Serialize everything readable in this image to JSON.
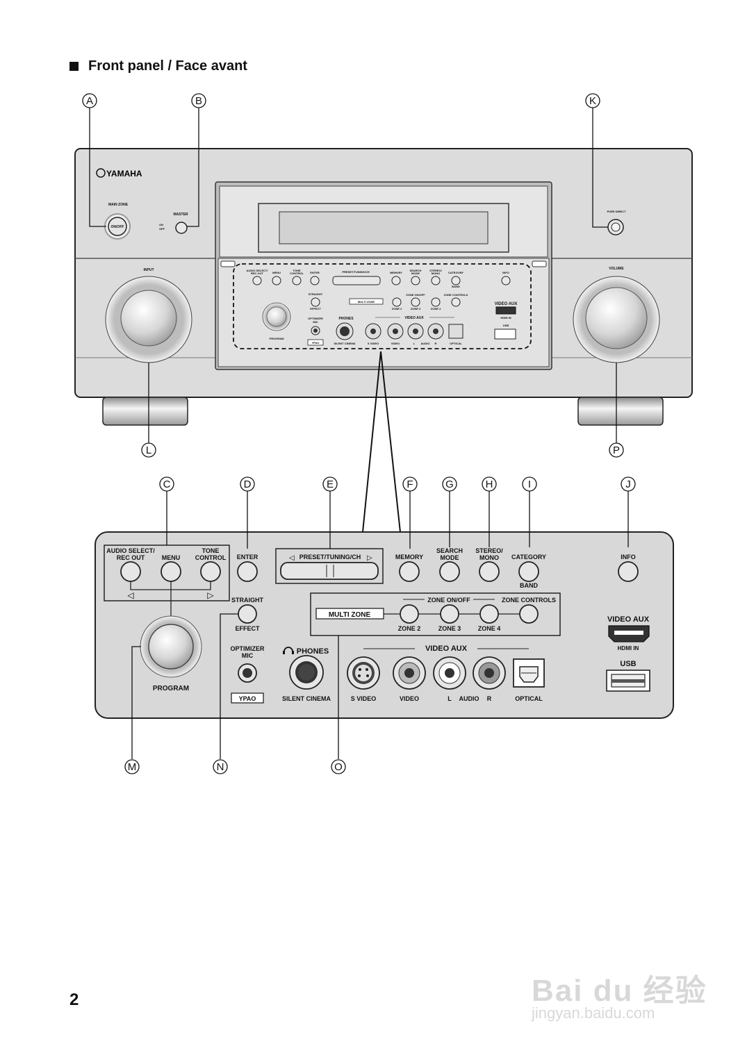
{
  "heading": "Front panel / Face avant",
  "page_number": "2",
  "watermark": {
    "brand": "Bai du 经验",
    "url": "jingyan.baidu.com"
  },
  "callouts": {
    "A": "A",
    "B": "B",
    "C": "C",
    "D": "D",
    "E": "E",
    "F": "F",
    "G": "G",
    "H": "H",
    "I": "I",
    "J": "J",
    "K": "K",
    "L": "L",
    "M": "M",
    "N": "N",
    "O": "O",
    "P": "P"
  },
  "receiver": {
    "brand": "YAMAHA",
    "main_zone": "MAIN ZONE",
    "on_off": "ON/OFF",
    "master": "MASTER",
    "master_on": "ON",
    "master_off": "OFF",
    "input": "INPUT",
    "volume": "VOLUME",
    "pure_direct": "PURE DIRECT"
  },
  "mini": {
    "audio_select": "AUDIO SELECT/",
    "rec_out": "REC OUT",
    "menu": "MENU",
    "tone": "TONE",
    "control": "CONTROL",
    "enter": "ENTER",
    "preset": "PRESET/TUNING/CH",
    "memory": "MEMORY",
    "search": "SEARCH",
    "mode": "MODE",
    "stereo": "STEREO/",
    "mono": "MONO",
    "category": "CATEGORY",
    "band": "BAND",
    "info": "INFO",
    "straight": "STRAIGHT",
    "effect": "EFFECT",
    "multi_zone": "MULTI ZONE",
    "zone_onoff": "ZONE ON/OFF",
    "zone_controls": "ZONE CONTROLS",
    "zone2": "ZONE 2",
    "zone3": "ZONE 3",
    "zone4": "ZONE 4",
    "video_aux": "VIDEO AUX",
    "hdmi_in": "HDMI IN",
    "usb": "USB",
    "optimizer": "OPTIMIZER",
    "mic": "MIC",
    "phones": "PHONES",
    "ypao": "YPAO",
    "program": "PROGRAM",
    "silent_cinema": "SILENT CINEMA",
    "s_video": "S VIDEO",
    "video": "VIDEO",
    "l": "L",
    "audio": "AUDIO",
    "r": "R",
    "optical": "OPTICAL"
  },
  "detail": {
    "audio_select": "AUDIO SELECT/",
    "rec_out": "REC OUT",
    "menu": "MENU",
    "tone": "TONE",
    "control": "CONTROL",
    "enter": "ENTER",
    "preset": "PRESET/TUNING/CH",
    "memory": "MEMORY",
    "search": "SEARCH",
    "mode": "MODE",
    "stereo": "STEREO/",
    "mono": "MONO",
    "category": "CATEGORY",
    "band": "BAND",
    "info": "INFO",
    "straight": "STRAIGHT",
    "effect": "EFFECT",
    "multi_zone": "MULTI ZONE",
    "zone_onoff": "ZONE ON/OFF",
    "zone_controls": "ZONE CONTROLS",
    "zone2": "ZONE 2",
    "zone3": "ZONE 3",
    "zone4": "ZONE 4",
    "video_aux": "VIDEO AUX",
    "hdmi_in": "HDMI IN",
    "usb": "USB",
    "optimizer": "OPTIMIZER",
    "mic": "MIC",
    "phones": "PHONES",
    "ypao": "YPAO",
    "program": "PROGRAM",
    "silent_cinema": "SILENT CINEMA",
    "s_video": "S VIDEO",
    "video": "VIDEO",
    "l": "L",
    "audio": "AUDIO",
    "r": "R",
    "optical": "OPTICAL",
    "arrow_left": "◁",
    "arrow_right": "▷"
  }
}
